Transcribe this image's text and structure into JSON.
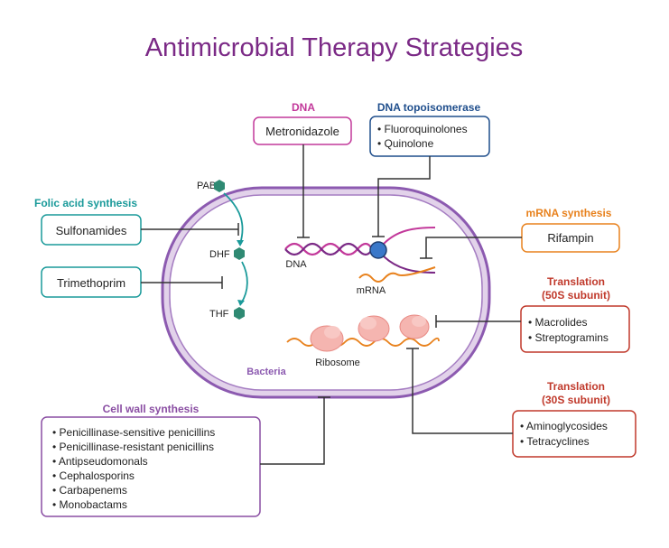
{
  "title": "Antimicrobial Therapy Strategies",
  "colors": {
    "title": "#7b2a86",
    "dna": "#c2389a",
    "topo": "#1f4e8c",
    "folic": "#1a9a9a",
    "mrna": "#e8821e",
    "translation": "#c0392b",
    "cellwall": "#8a4ea3",
    "membrane": "#8c5ab0",
    "hexagon": "#2f8a73"
  },
  "dna_target": {
    "heading": "DNA",
    "drug": "Metronidazole"
  },
  "topo_target": {
    "heading": "DNA topoisomerase",
    "drugs": [
      "• Fluoroquinolones",
      "• Quinolone"
    ]
  },
  "folic_target": {
    "heading": "Folic acid synthesis",
    "drug1": "Sulfonamides",
    "drug2": "Trimethoprim"
  },
  "mrna_target": {
    "heading": "mRNA synthesis",
    "drug": "Rifampin"
  },
  "translation50": {
    "heading_line1": "Translation",
    "heading_line2": "(50S subunit)",
    "drugs": [
      "• Macrolides",
      "• Streptogramins"
    ]
  },
  "translation30": {
    "heading_line1": "Translation",
    "heading_line2": "(30S subunit)",
    "drugs": [
      "• Aminoglycosides",
      "• Tetracyclines"
    ]
  },
  "cellwall_target": {
    "heading": "Cell wall synthesis",
    "drugs": [
      "• Penicillinase-sensitive penicillins",
      "• Penicillinase-resistant penicillins",
      "• Antipseudomonals",
      "• Cephalosporins",
      "• Carbapenems",
      "• Monobactams"
    ]
  },
  "cell_labels": {
    "paba": "PABA",
    "dhf": "DHF",
    "thf": "THF",
    "dna": "DNA",
    "mrna": "mRNA",
    "ribosome": "Ribosome",
    "bacteria": "Bacteria"
  }
}
